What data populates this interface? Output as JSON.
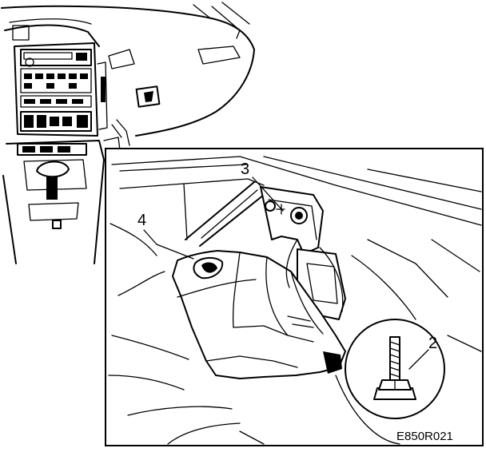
{
  "callouts": {
    "part_2": "2",
    "part_3": "3",
    "part_4": "4"
  },
  "figure_code": "E850R021"
}
